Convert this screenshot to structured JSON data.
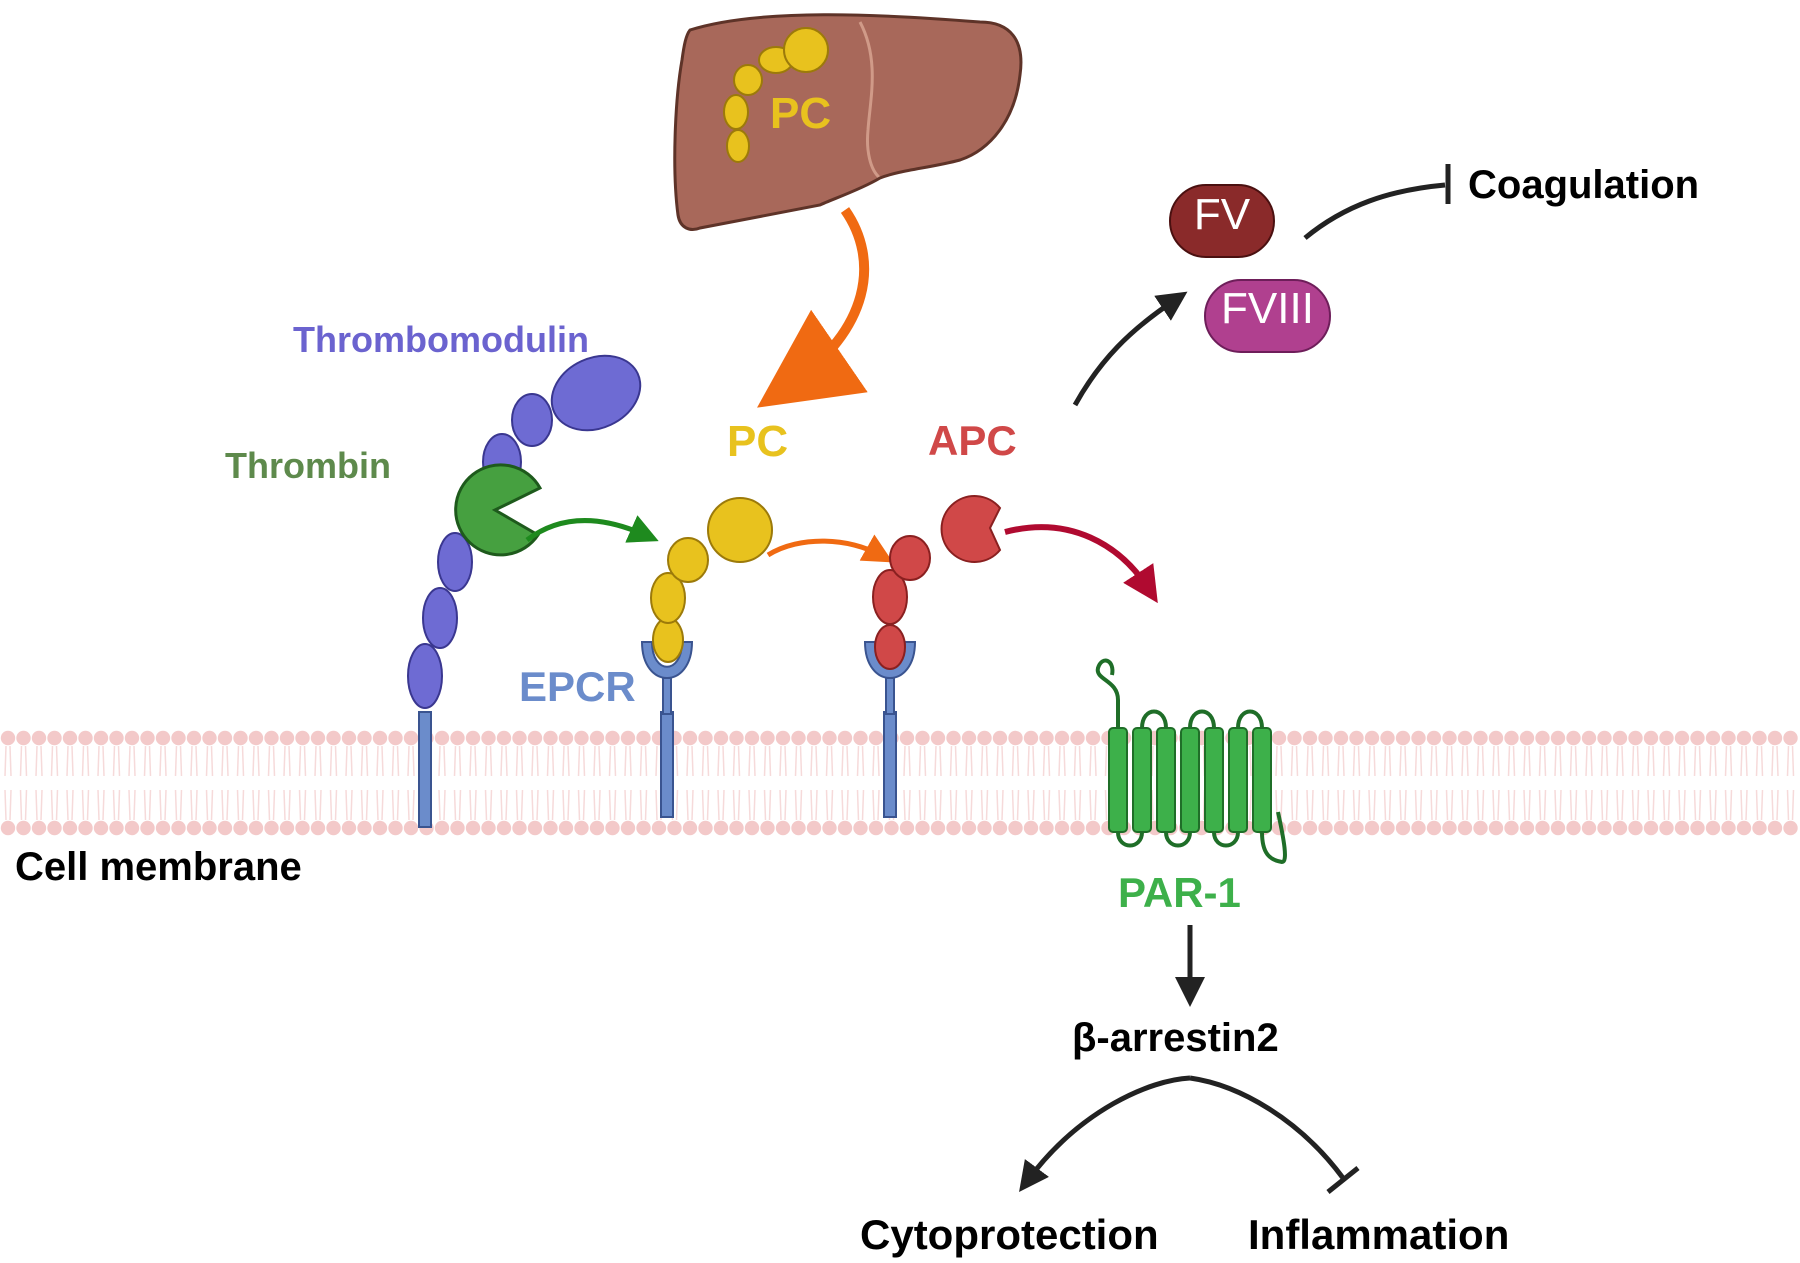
{
  "labels": {
    "liver_pc": "PC",
    "thrombomodulin": "Thrombomodulin",
    "thrombin": "Thrombin",
    "pc": "PC",
    "apc": "APC",
    "epcr": "EPCR",
    "cell_membrane": "Cell membrane",
    "par1": "PAR-1",
    "beta_arrestin2": "β-arrestin2",
    "coagulation": "Coagulation",
    "fv": "FV",
    "fviii": "FVIII",
    "cytoprotection": "Cytoprotection",
    "inflammation": "Inflammation"
  },
  "colors": {
    "liver": "#A8685A",
    "liver_outline": "#5E3328",
    "protein_c": "#E8C21E",
    "protein_c_outline": "#9C7A0A",
    "apc": "#D04848",
    "apc_outline": "#8A2020",
    "thrombomodulin": "#6E6BD3",
    "thrombomodulin_outline": "#3A3790",
    "thrombin": "#46A040",
    "thrombin_outline": "#1E5A1C",
    "epcr": "#6B8CCB",
    "epcr_outline": "#3A5490",
    "par1": "#3DB04A",
    "par1_outline": "#1F6E28",
    "fv": "#8A2A2A",
    "fviii": "#B0408F",
    "membrane_heads": "#F3C9C9",
    "arrow_orange": "#F06A12",
    "arrow_green": "#1E8A1E",
    "arrow_crimson": "#B00A30",
    "arrow_black": "#222222",
    "text_pc": "#E8C21E",
    "text_apc": "#D04848",
    "text_thrombomodulin": "#6B63CF",
    "text_thrombin": "#5E8A4C",
    "text_epcr": "#6B8CCB",
    "text_par1": "#3DB04A"
  },
  "icons": [
    "liver",
    "thrombomodulin",
    "thrombin",
    "protein-c",
    "activated-protein-c",
    "epcr-receptor",
    "par1-receptor",
    "cell-membrane"
  ]
}
